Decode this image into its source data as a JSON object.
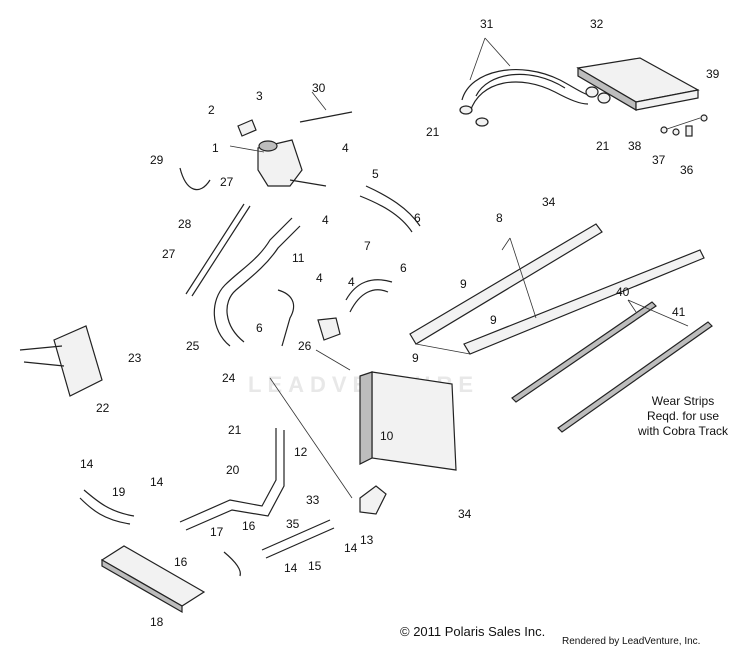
{
  "watermark": "LEADVENTURE",
  "note": {
    "line1": "Wear Strips",
    "line2": "Reqd. for use",
    "line3": "with Cobra Track"
  },
  "footer": {
    "copyright": "© 2011 Polaris Sales Inc.",
    "rendered_by": "Rendered by LeadVenture, Inc."
  },
  "callouts": [
    "1",
    "2",
    "3",
    "4",
    "5",
    "6",
    "7",
    "8",
    "9",
    "10",
    "11",
    "12",
    "13",
    "14",
    "15",
    "16",
    "17",
    "18",
    "19",
    "20",
    "21",
    "22",
    "23",
    "24",
    "25",
    "26",
    "27",
    "28",
    "29",
    "30",
    "31",
    "32",
    "33",
    "34",
    "35",
    "36",
    "37",
    "38",
    "39",
    "40",
    "41"
  ]
}
